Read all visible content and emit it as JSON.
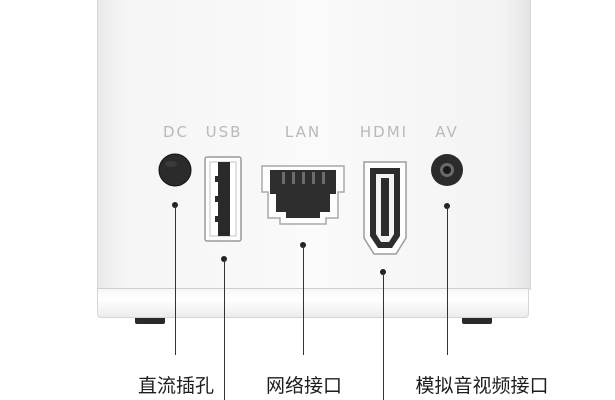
{
  "ports": [
    {
      "id": "dc",
      "label": "DC"
    },
    {
      "id": "usb",
      "label": "USB"
    },
    {
      "id": "lan",
      "label": "LAN"
    },
    {
      "id": "hdmi",
      "label": "HDMI"
    },
    {
      "id": "av",
      "label": "AV"
    }
  ],
  "captions": {
    "dc": "直流插孔",
    "lan": "网络接口",
    "av": "模拟音视频接口"
  },
  "colors": {
    "body": "#f7f7f8",
    "port_label": "#b9b9bb",
    "leader": "#333333",
    "caption": "#1d1d1d"
  }
}
